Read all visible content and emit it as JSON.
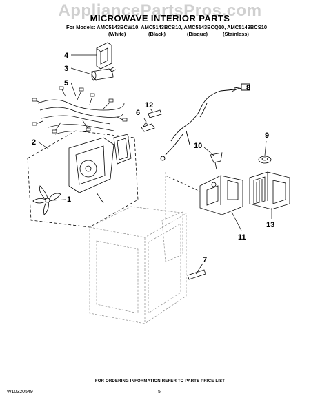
{
  "watermark": "AppliancePartsPros.com",
  "header": {
    "title": "MICROWAVE INTERIOR PARTS",
    "models_line": "For Models: AMC5143BCW10, AMC5143BCB10, AMC5143BCQ10, AMC5143BCS10",
    "variants": [
      "(White)",
      "(Black)",
      "(Bisque)",
      "(Stainless)"
    ]
  },
  "callouts": [
    "1",
    "2",
    "3",
    "4",
    "5",
    "6",
    "7",
    "8",
    "9",
    "10",
    "11",
    "12",
    "13"
  ],
  "footer": {
    "note": "FOR ORDERING INFORMATION REFER TO PARTS PRICE LIST",
    "doc_number": "W10320549",
    "page_number": "5"
  }
}
